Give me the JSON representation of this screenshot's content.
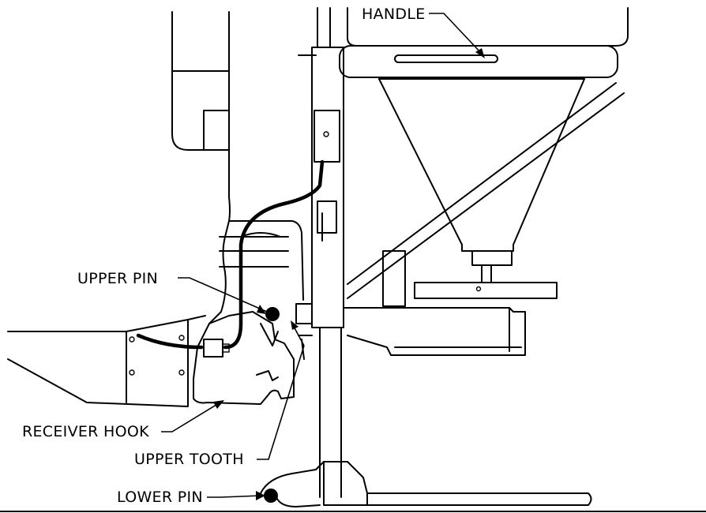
{
  "labels": {
    "handle": "HANDLE",
    "upper_pin": "UPPER PIN",
    "receiver_hook": "RECEIVER HOOK",
    "upper_tooth": "UPPER TOOTH",
    "lower_pin": "LOWER PIN"
  }
}
